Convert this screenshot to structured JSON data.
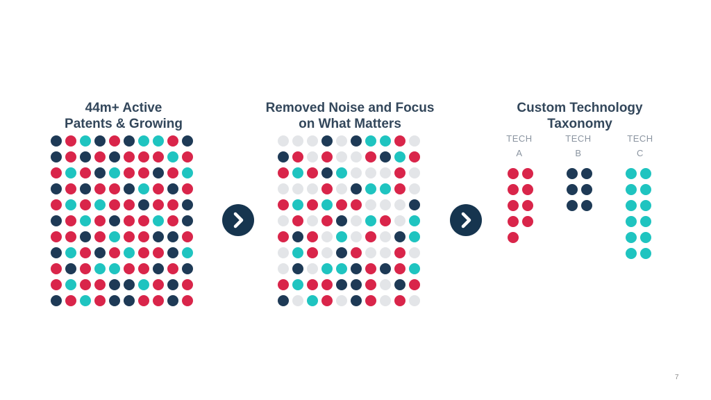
{
  "colors": {
    "navy": "#1e3a56",
    "red": "#d9254a",
    "teal": "#1fc4c0",
    "grey": "#e3e5e8",
    "arrow": "#16354f"
  },
  "panels": [
    {
      "title_line1": "44m+ Active",
      "title_line2": "Patents & Growing",
      "grid": [
        "NRTNRNTTRN",
        "NRNRNRRRTR",
        "RTRNTRRNRT",
        "NRNRRNTRNR",
        "RTRTRRNRRN",
        "NRTRNRRTRN",
        "RRNRTRRNNR",
        "NTRNRTRRNT",
        "RNRTTRRNRN",
        "RTRRNNTRNR",
        "NRTRNNRRNR"
      ]
    },
    {
      "title_line1": "Removed Noise and Focus",
      "title_line2": "on What Matters",
      "grid": [
        "GGGNGNTTRG",
        "NRGRGGRNTR",
        "RTRNTGGGRG",
        "GGGRGNTTRG",
        "RTRTRRGGGN",
        "GRGRNGTRGT",
        "RNRGTGRGNT",
        "GTRGNRGGRG",
        "GNGTTNRNRT",
        "RTRRNNRGNR",
        "NGTRGNRGRG"
      ]
    },
    {
      "title_line1": "Custom Technology",
      "title_line2": "Taxonomy",
      "groups": [
        {
          "line1": "TECH",
          "line2": "A",
          "color": "R",
          "rows": [
            2,
            2,
            2,
            2,
            1
          ]
        },
        {
          "line1": "TECH",
          "line2": "B",
          "color": "N",
          "rows": [
            2,
            2,
            2
          ]
        },
        {
          "line1": "TECH",
          "line2": "C",
          "color": "T",
          "rows": [
            2,
            2,
            2,
            2,
            2,
            2
          ]
        }
      ]
    }
  ],
  "arrows": [
    {
      "icon": "chevron-right-icon"
    },
    {
      "icon": "chevron-right-icon"
    }
  ],
  "page_number": "7"
}
